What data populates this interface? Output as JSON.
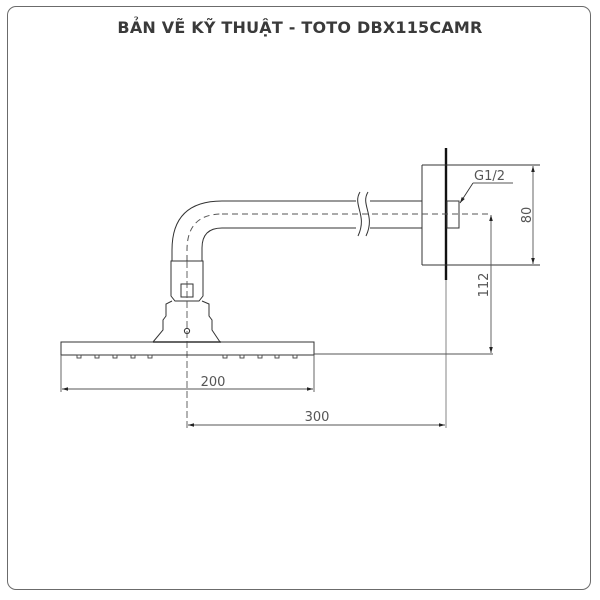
{
  "page": {
    "title": "BẢN VẼ KỸ THUẬT - TOTO DBX115CAMR"
  },
  "drawing": {
    "subject": "wall-mounted shower head with arm",
    "colors": {
      "line": "#222222",
      "dim_line": "#555555",
      "frame": "#6b6b6b",
      "title": "#3a3a3a"
    },
    "labels": {
      "thread": "G1/2",
      "dim_height_flange": "80",
      "dim_drop": "112",
      "dim_head_width": "200",
      "dim_projection": "300"
    }
  }
}
